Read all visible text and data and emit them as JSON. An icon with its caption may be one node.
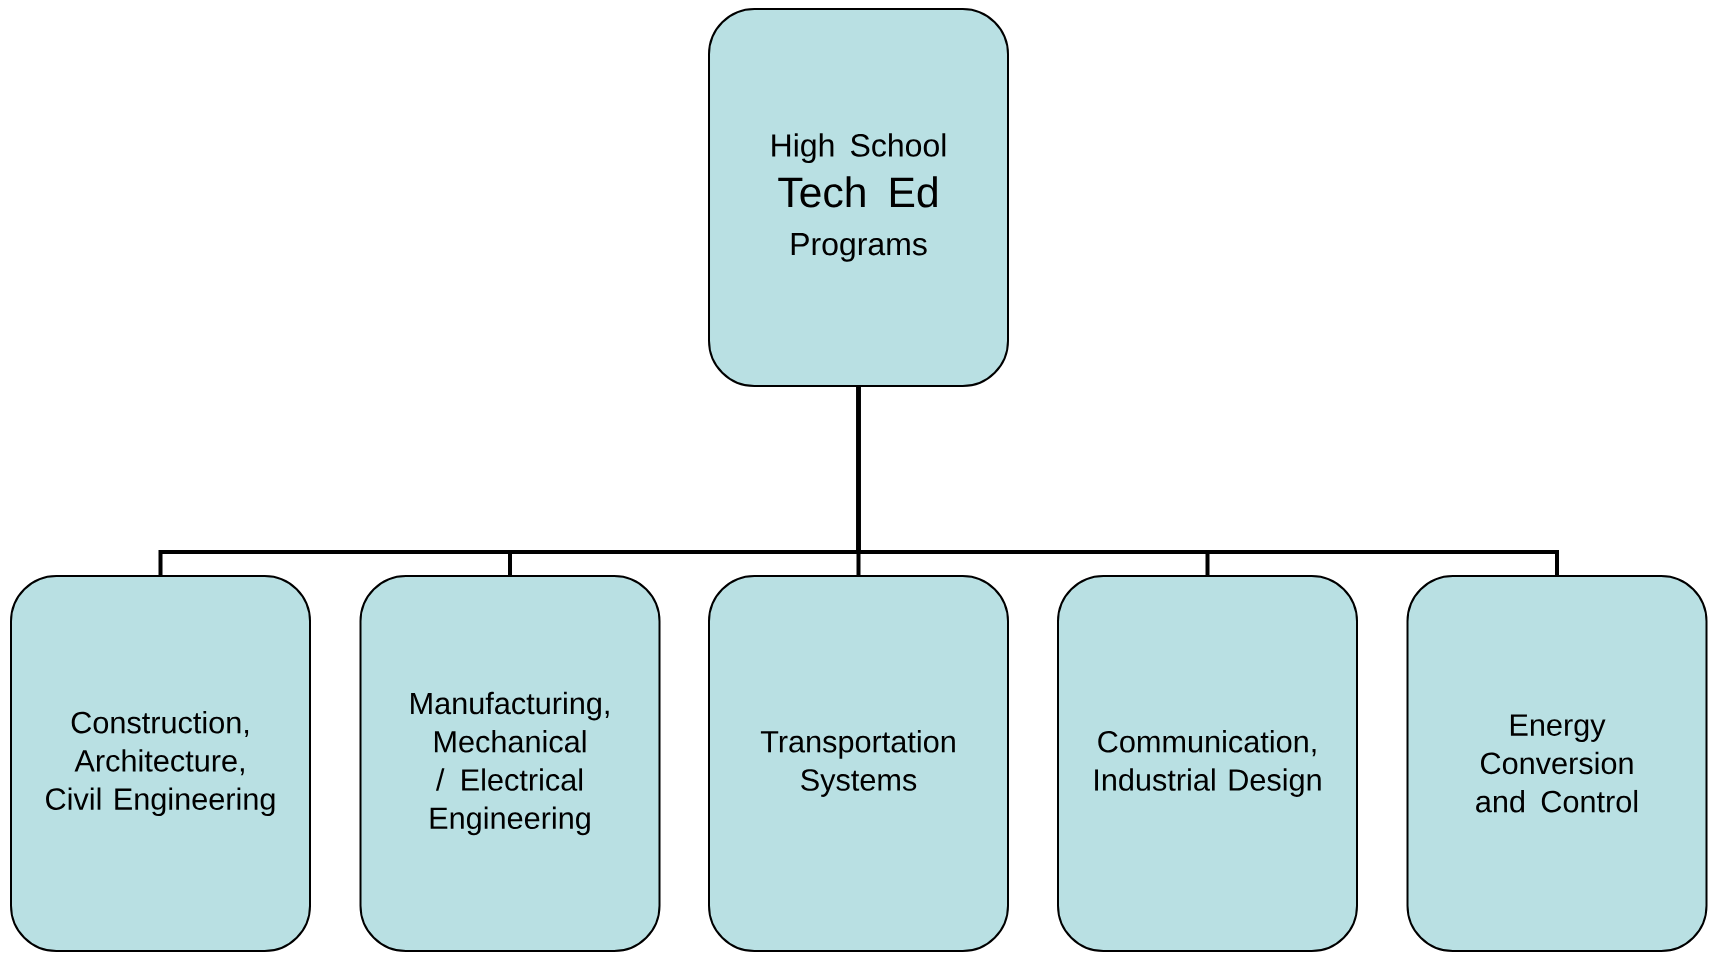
{
  "diagram": {
    "nodes": [
      {
        "text": [
          "High School",
          "Tech Ed",
          "Programs"
        ]
      },
      {
        "text": [
          "Construction, Architecture, Civil Engineering"
        ]
      },
      {
        "text": [
          "Manufacturing, Mechanical / Electrical Engineering"
        ]
      },
      {
        "text": [
          "Transportation Systems"
        ]
      },
      {
        "text": [
          "Communication, Industrial Design"
        ]
      },
      {
        "text": [
          "Energy Conversion and Control"
        ]
      }
    ],
    "edges": [
      {
        "from": 0,
        "to": 1,
        "arrow": "none"
      },
      {
        "from": 0,
        "to": 2,
        "arrow": "none"
      },
      {
        "from": 0,
        "to": 3,
        "arrow": "none"
      },
      {
        "from": 0,
        "to": 4,
        "arrow": "none"
      },
      {
        "from": 0,
        "to": 5,
        "arrow": "none"
      }
    ]
  }
}
